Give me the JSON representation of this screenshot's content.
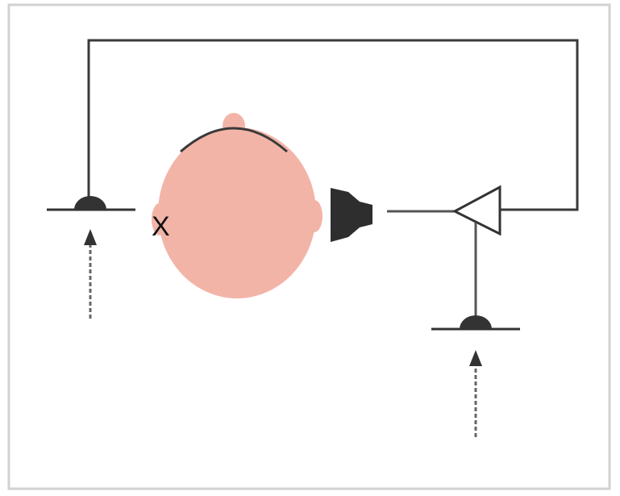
{
  "diagram": {
    "position_marker": "X"
  },
  "colors": {
    "background": "#ffffff",
    "frame": "#cfcfcf",
    "wire": "#4a4a4a",
    "wire_dark": "#2b2b2b",
    "head_fill": "#f2b3a6",
    "speaker": "#2e2e2e",
    "amplifier_stroke": "#333333",
    "arrow": "#555555"
  },
  "components": [
    {
      "name": "listener-head",
      "icon": "head-icon"
    },
    {
      "name": "left-microphone",
      "icon": "microphone-icon"
    },
    {
      "name": "right-microphone",
      "icon": "microphone-icon"
    },
    {
      "name": "loudspeaker",
      "icon": "speaker-icon"
    },
    {
      "name": "amplifier",
      "icon": "amplifier-triangle-icon"
    }
  ]
}
